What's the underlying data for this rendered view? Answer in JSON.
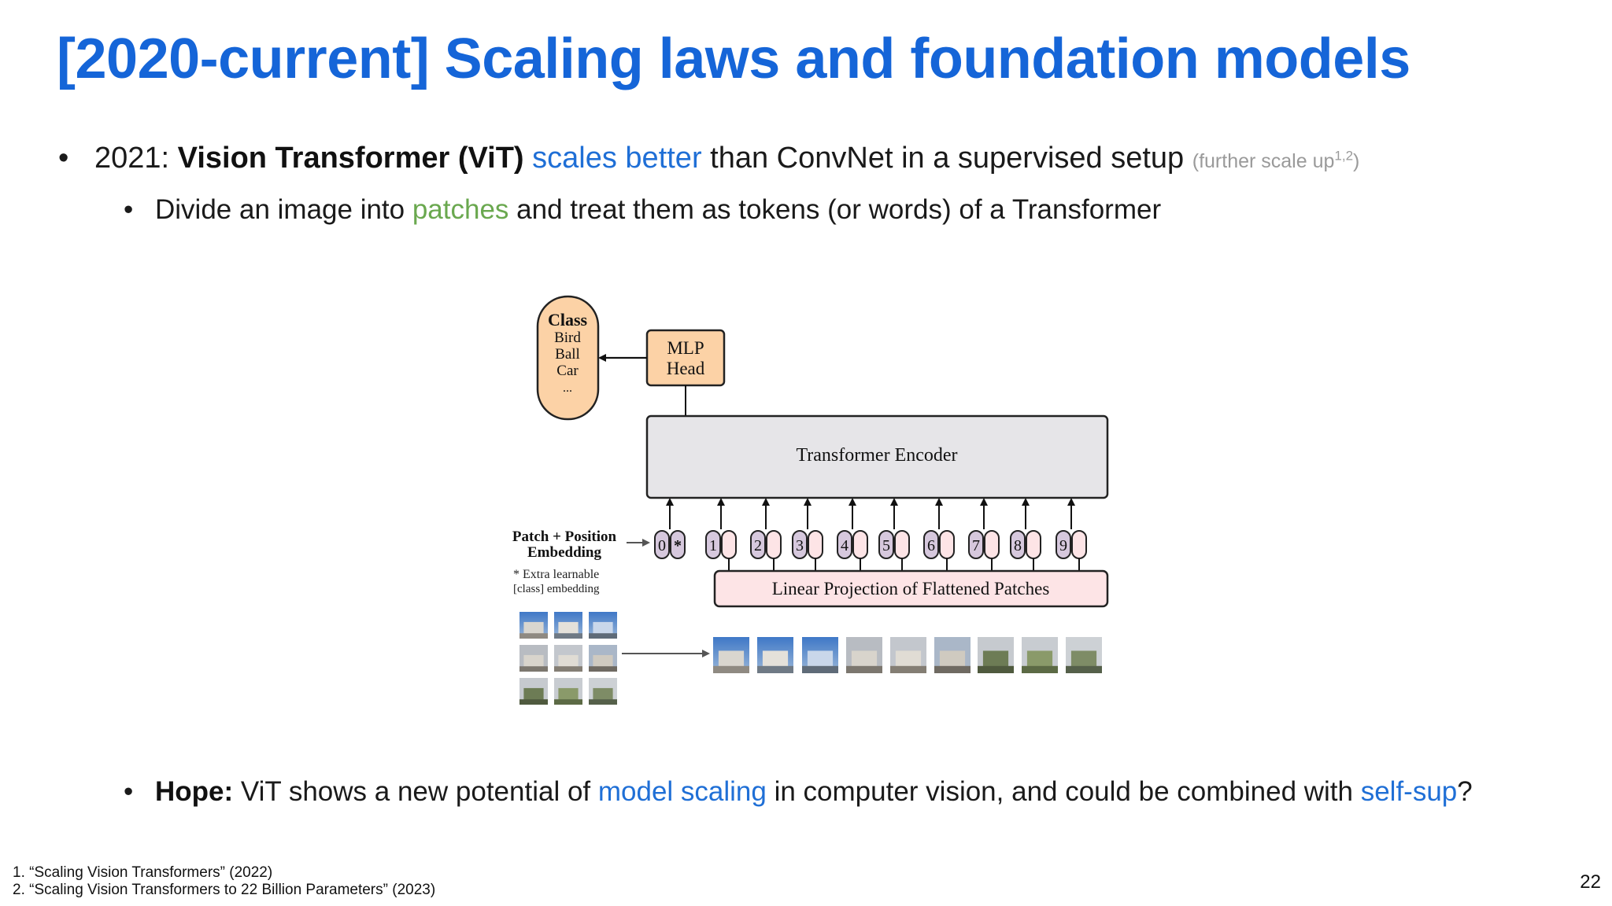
{
  "slide": {
    "title": "[2020-current] Scaling laws and foundation models",
    "page_number": "22"
  },
  "bullets": {
    "vit": {
      "prefix": "2021: ",
      "bold": "Vision Transformer (ViT)",
      "highlight": "scales better",
      "rest": " than ConvNet in a supervised setup ",
      "note_open": "(further scale up",
      "note_sup": "1,2",
      "note_close": ")"
    },
    "patches": {
      "pre": "Divide an image into ",
      "highlight": "patches",
      "post": " and treat them as tokens (or words) of a Transformer"
    },
    "hope": {
      "bold": "Hope:",
      "pre": " ViT shows a new potential of ",
      "highlight1": "model scaling",
      "mid": " in computer vision, and could be combined with ",
      "highlight2": "self-sup",
      "post": "?"
    }
  },
  "diagram": {
    "class_box": {
      "title": "Class",
      "items": [
        "Bird",
        "Ball",
        "Car",
        "..."
      ]
    },
    "mlp_head": [
      "MLP",
      "Head"
    ],
    "encoder_label": "Transformer Encoder",
    "embedding_label": [
      "Patch + Position",
      "Embedding"
    ],
    "extra_note": [
      "* Extra learnable",
      "[class] embedding"
    ],
    "projection_label": "Linear Projection of Flattened Patches",
    "position_tokens": [
      "0",
      "1",
      "2",
      "3",
      "4",
      "5",
      "6",
      "7",
      "8",
      "9"
    ],
    "class_token_mark": "*",
    "colors": {
      "class_box": "#fcd2a6",
      "encoder": "#e6e5e8",
      "projection": "#fde4e6",
      "position_token": "#d6c8dd",
      "patch_token": "#fde4e6"
    }
  },
  "references": [
    "1. “Scaling Vision Transformers” (2022)",
    "2. “Scaling Vision Transformers to 22 Billion Parameters” (2023)"
  ]
}
